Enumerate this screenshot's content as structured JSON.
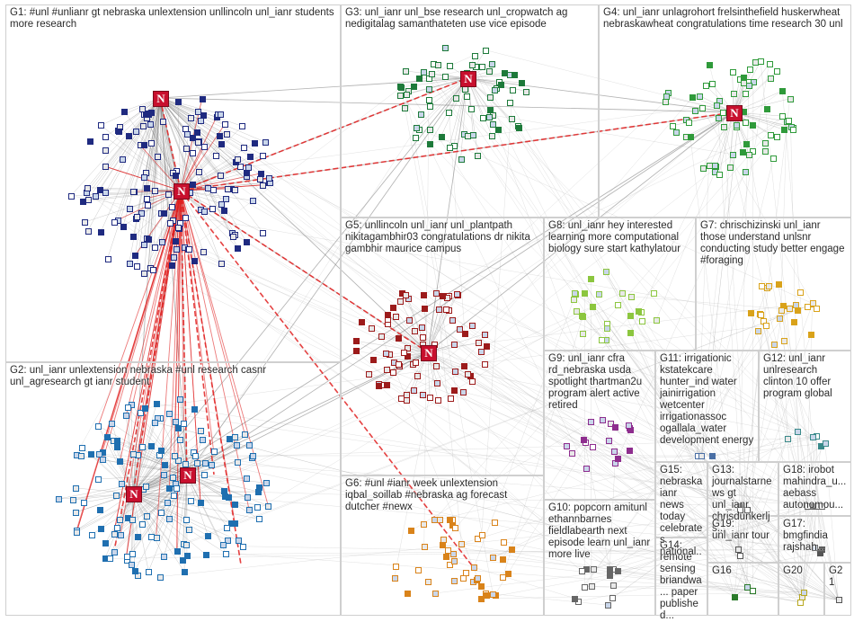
{
  "hub_letter": "N",
  "groups": [
    {
      "id": "G1",
      "label": "G1: #unl #unlianr gt nebraska unlextension unllincoln unl_ianr students more research",
      "color": "#1f2a80"
    },
    {
      "id": "G2",
      "label": "G2: unl_ianr unlextension nebraska #unl research casnr unl_agresearch gt ianr student",
      "color": "#1f6fb0"
    },
    {
      "id": "G3",
      "label": "G3: unl_ianr unl_bse research unl_cropwatch ag nedigitalag samanthateten use vice episode",
      "color": "#1d7a3a"
    },
    {
      "id": "G4",
      "label": "G4: unl_ianr unlagrohort frelsinthefield huskerwheat nebraskawheat congratulations time research 30 unl",
      "color": "#2f9a3a"
    },
    {
      "id": "G5",
      "label": "G5: unllincoln unl_ianr unl_plantpath nikitagambhir03 congratulations dr nikita gambhir maurice campus",
      "color": "#9c1b1b"
    },
    {
      "id": "G6",
      "label": "G6: #unl #ianr week unlextension iqbal_soillab #nebraska ag forecast dutcher #newx",
      "color": "#d9831a"
    },
    {
      "id": "G7",
      "label": "G7: chrischizinski unl_ianr those understand unlsnr conducting study better engage #foraging",
      "color": "#d9a21a"
    },
    {
      "id": "G8",
      "label": "G8: unl_ianr hey interested learning more computational biology sure start kathylatour",
      "color": "#8cc63f"
    },
    {
      "id": "G9",
      "label": "G9: unl_ianr cfra rd_nebraska usda spotlight thartman2u program alert active retired",
      "color": "#8e2d8e"
    },
    {
      "id": "G10",
      "label": "G10: popcorn amitunl ethannbarnes fieldlabearth next episode learn unl_ianr more live",
      "color": "#666666"
    },
    {
      "id": "G11",
      "label": "G11: irrigationic kstatekcare hunter_ind water jainirrigation wetcenter irrigationassoc ogallala_water development energy",
      "color": "#4a6fa5"
    },
    {
      "id": "G12",
      "label": "G12: unl_ianr unlresearch clinton 10 offer program global",
      "color": "#3a8a8a"
    },
    {
      "id": "G13",
      "label": "G13: journalstarnews gt unl_ianr chrisdunkerljs...",
      "color": "#555555"
    },
    {
      "id": "G14",
      "label": "G14: remote sensing briandwa... paper published...",
      "color": "#555555"
    },
    {
      "id": "G15",
      "label": "G15: nebraska ianr news today celebrates national...",
      "color": "#555555"
    },
    {
      "id": "G16",
      "label": "G16",
      "color": "#2a7a2a"
    },
    {
      "id": "G17",
      "label": "G17: bmgfindia rajshah...",
      "color": "#555555"
    },
    {
      "id": "G18",
      "label": "G18: irobot mahindra_u... aebass autonomou...",
      "color": "#555555"
    },
    {
      "id": "G19",
      "label": "G19: unl_ianr tour",
      "color": "#555555"
    },
    {
      "id": "G20",
      "label": "G20",
      "color": "#b8a820"
    },
    {
      "id": "G21",
      "label": "G21",
      "color": "#555555"
    }
  ]
}
